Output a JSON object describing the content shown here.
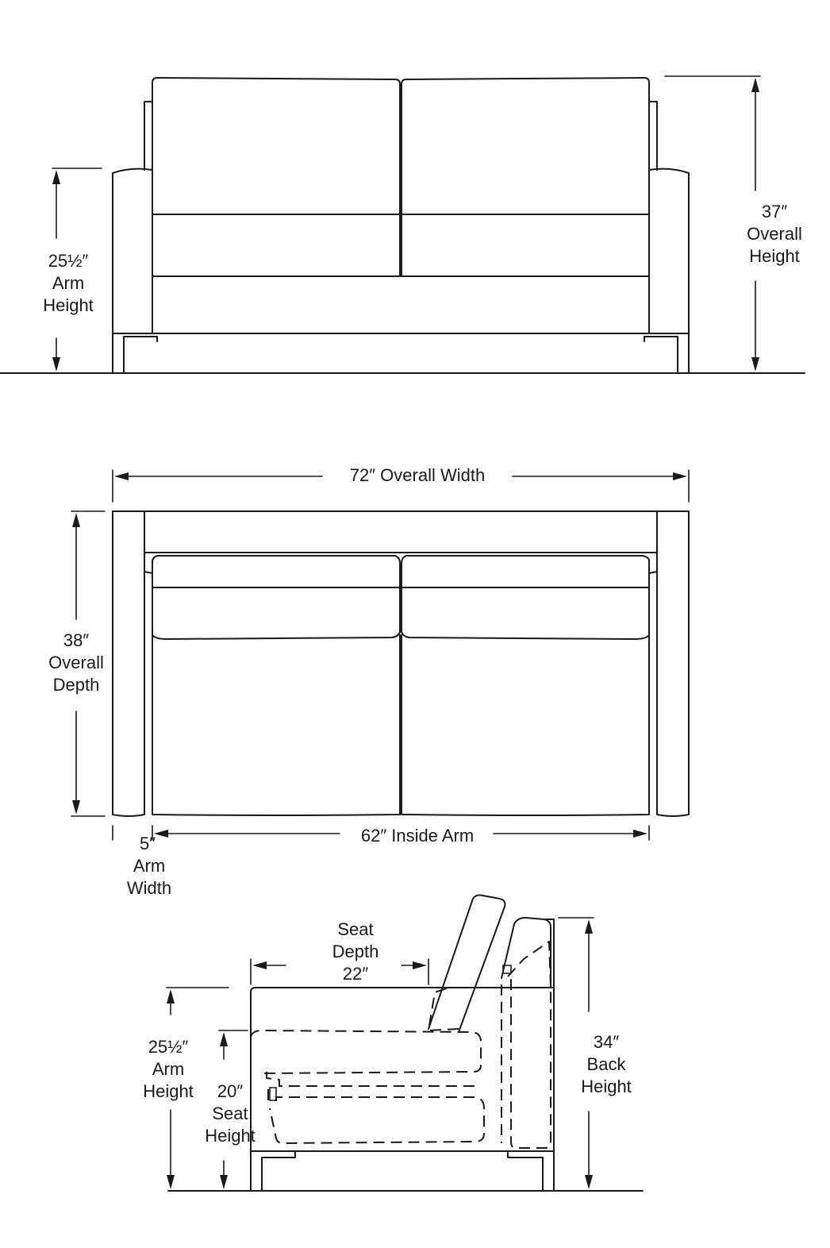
{
  "front_view": {
    "arm_height": {
      "value": "25½″",
      "line1": "Arm",
      "line2": "Height"
    },
    "overall_height": {
      "value": "37″",
      "line1": "Overall",
      "line2": "Height"
    }
  },
  "top_view": {
    "overall_width": "72″ Overall Width",
    "overall_depth": {
      "value": "38″",
      "line1": "Overall",
      "line2": "Depth"
    },
    "inside_arm": "62″ Inside Arm",
    "arm_width": {
      "value": "5″",
      "line1": "Arm",
      "line2": "Width"
    }
  },
  "side_view": {
    "seat_depth": {
      "line1": "Seat",
      "line2": "Depth",
      "value": "22″"
    },
    "arm_height": {
      "value": "25½″",
      "line1": "Arm",
      "line2": "Height"
    },
    "seat_height": {
      "value": "20″",
      "line1": "Seat",
      "line2": "Height"
    },
    "back_height": {
      "value": "34″",
      "line1": "Back",
      "line2": "Height"
    }
  }
}
